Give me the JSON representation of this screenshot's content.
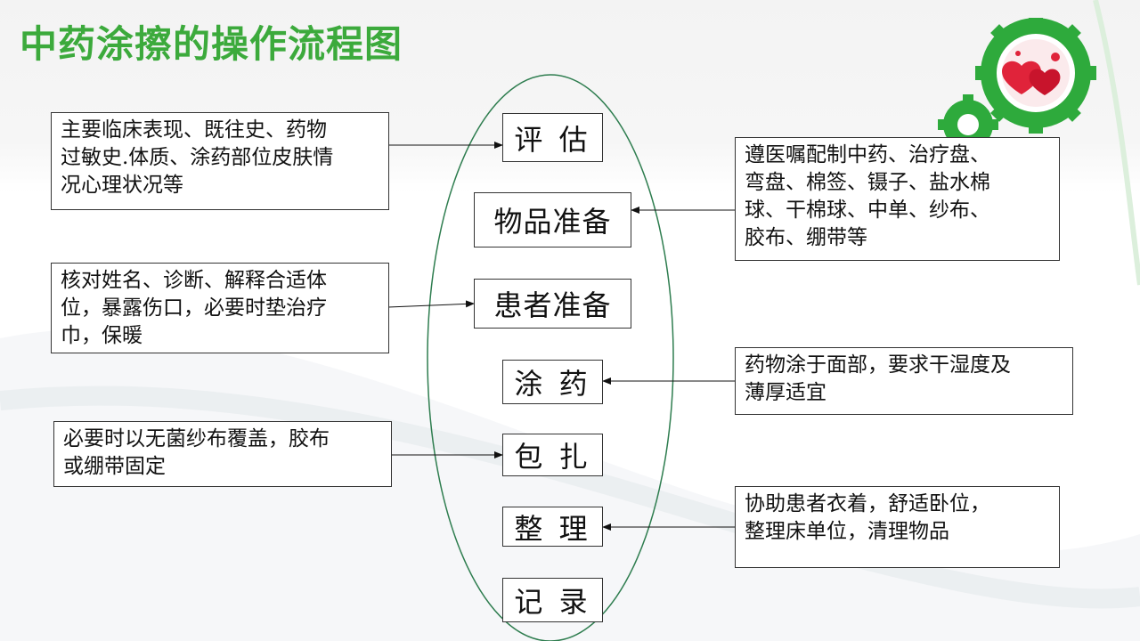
{
  "title": "中药涂擦的操作流程图",
  "steps": [
    "评 估",
    "物品准备",
    "患者准备",
    "涂 药",
    "包 扎",
    "整 理",
    "记 录"
  ],
  "notes": {
    "assess": [
      "主要临床表现、既往史、药物",
      "过敏史.体质、涂药部位皮肤情",
      "况心理状况等"
    ],
    "items": [
      "遵医嘱配制中药、治疗盘、",
      "弯盘、棉签、镊子、盐水棉",
      "球、干棉球、中单、纱布、",
      "胶布、绷带等"
    ],
    "patient": [
      "核对姓名、诊断、解释合适体",
      "位，暴露伤口，必要时垫治疗",
      "巾，保暖"
    ],
    "apply": [
      "药物涂于面部，要求干湿度及",
      "薄厚适宜"
    ],
    "bandage": [
      "必要时以无菌纱布覆盖，胶布",
      "或绷带固定"
    ],
    "tidy": [
      "协助患者衣着，舒适卧位，",
      "整理床单位，清理物品"
    ]
  },
  "colors": {
    "title": "#3caa3c",
    "ellipse": "#2e7d4f",
    "gear": "#2eaa3c",
    "heart": "#e0233a"
  },
  "icons": [
    "gear-icon",
    "heart-icon"
  ]
}
